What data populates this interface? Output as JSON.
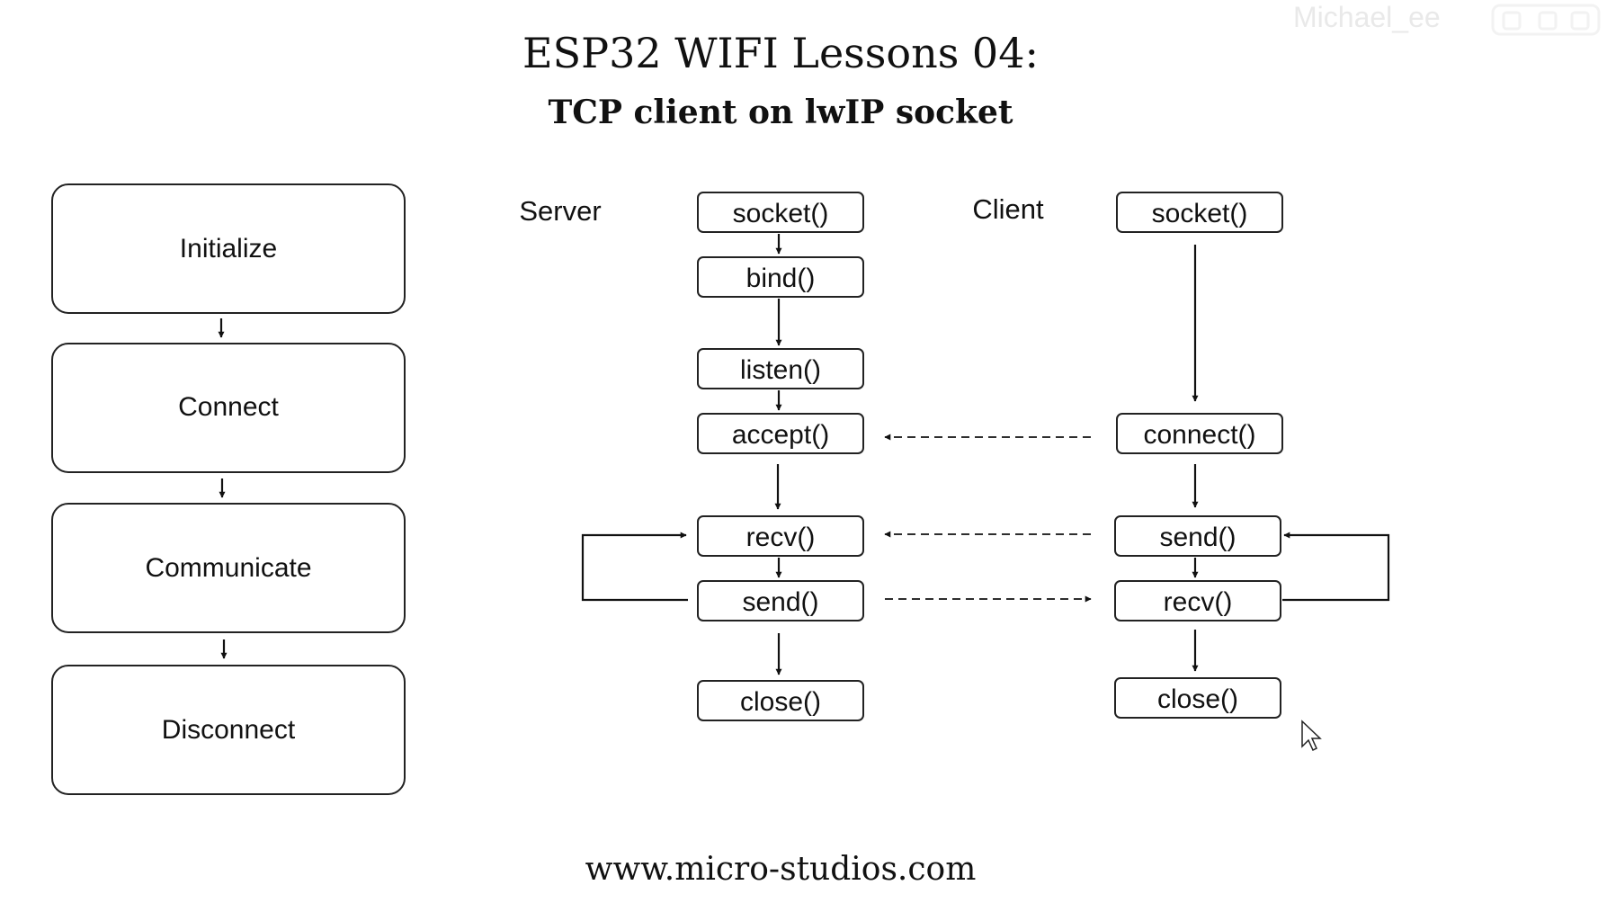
{
  "title": "ESP32 WIFI Lessons 04:",
  "subtitle": "TCP client on lwIP socket",
  "footer_url": "www.micro-studios.com",
  "watermark": "Michael_ee",
  "phases": [
    "Initialize",
    "Connect",
    "Communicate",
    "Disconnect"
  ],
  "server": {
    "label": "Server",
    "functions": [
      "socket()",
      "bind()",
      "listen()",
      "accept()",
      "recv()",
      "send()",
      "close()"
    ]
  },
  "client": {
    "label": "Client",
    "functions": [
      "socket()",
      "connect()",
      "send()",
      "recv()",
      "close()"
    ]
  },
  "icons": {
    "cursor": "mouse-pointer-icon",
    "logo": "bilibili-logo-icon"
  }
}
